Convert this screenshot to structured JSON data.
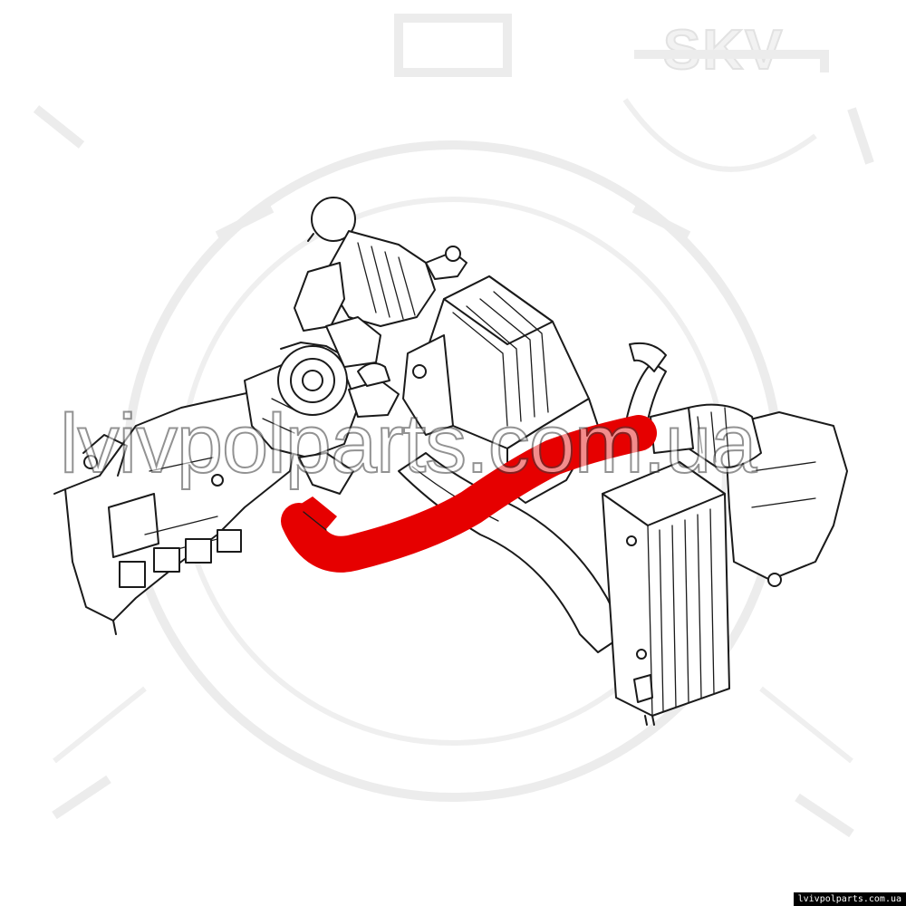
{
  "watermark": {
    "site_text": "lvivpolparts.com.ua",
    "logo_text": "SKV"
  },
  "footer": {
    "credit": "lvivpolparts.com.ua"
  },
  "colors": {
    "highlight": "#e60000",
    "line": "#1a1a1a",
    "background": "#ffffff",
    "watermark": "#ececec"
  },
  "parts": [
    {
      "name": "highlighted-intercooler-hose",
      "color": "#e60000"
    },
    {
      "name": "turbocharger"
    },
    {
      "name": "air-filter-box"
    },
    {
      "name": "intercooler"
    },
    {
      "name": "intake-manifold"
    },
    {
      "name": "resonator"
    }
  ]
}
